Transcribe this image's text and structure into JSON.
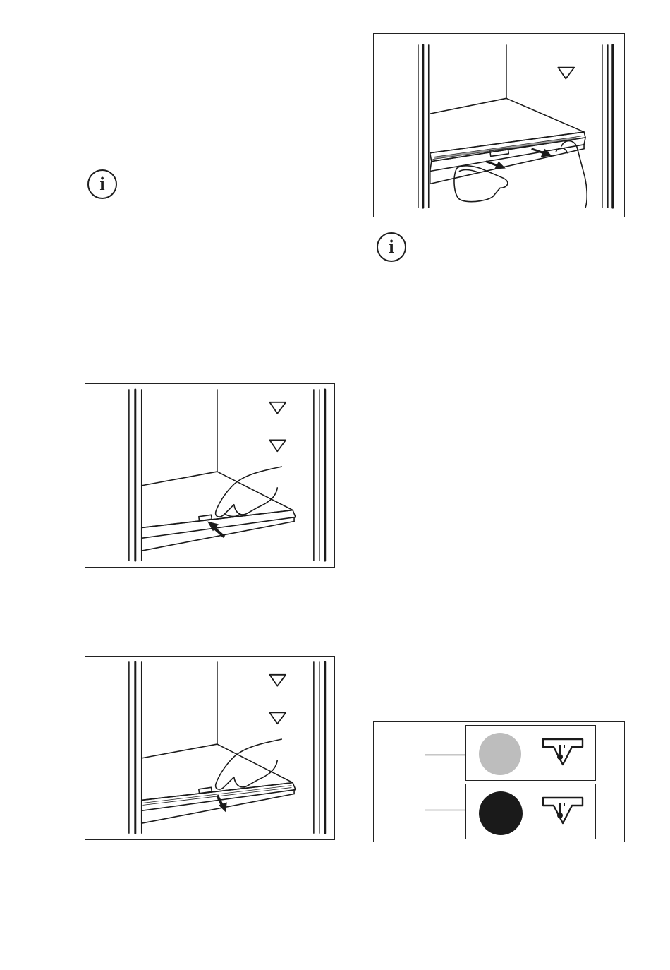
{
  "page": {
    "background": "#ffffff",
    "ink": "#1e1e1e"
  },
  "icons": {
    "info_note_1": "info-icon",
    "info_note_2": "info-icon"
  },
  "info_glyph": "i",
  "figures": {
    "remove_shelf_top_right": {
      "icon": "fridge-shelf-removal-illustration",
      "markers": [
        "triangle-marker-icon"
      ]
    },
    "press_release_left_upper": {
      "icon": "fridge-shelf-press-illustration",
      "markers": [
        "triangle-marker-icon",
        "triangle-marker-icon"
      ]
    },
    "pull_shelf_left_lower": {
      "icon": "fridge-shelf-pull-illustration",
      "markers": [
        "triangle-marker-icon",
        "triangle-marker-icon"
      ]
    }
  },
  "indicator_panel": {
    "rows": [
      {
        "lamp_color": "#bdbdbd",
        "symbol": "temperature-alarm-icon"
      },
      {
        "lamp_color": "#1a1a1a",
        "symbol": "temperature-alarm-icon"
      }
    ]
  }
}
